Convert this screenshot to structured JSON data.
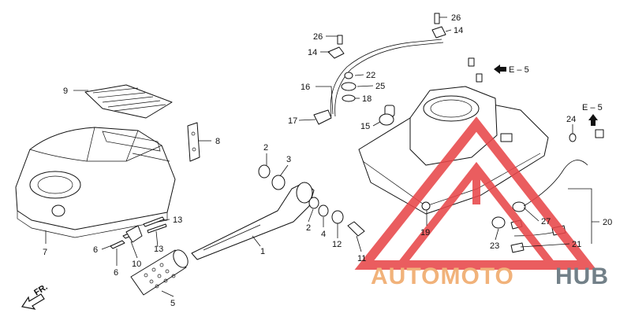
{
  "diagram": {
    "callouts": {
      "c1": "1",
      "c2a": "2",
      "c2b": "2",
      "c3": "3",
      "c4": "4",
      "c5": "5",
      "c6a": "6",
      "c6b": "6",
      "c7": "7",
      "c8": "8",
      "c9": "9",
      "c10": "10",
      "c11": "11",
      "c12": "12",
      "c13a": "13",
      "c13b": "13",
      "c14a": "14",
      "c14b": "14",
      "c15": "15",
      "c16": "16",
      "c17": "17",
      "c18": "18",
      "c19": "19",
      "c20": "20",
      "c21": "21",
      "c22": "22",
      "c23": "23",
      "c24": "24",
      "c25": "25",
      "c26a": "26",
      "c26b": "26",
      "c27": "27"
    },
    "refs": {
      "e5a": "E – 5",
      "e5b": "E – 5"
    },
    "direction_label": "FR."
  },
  "watermark": {
    "text_a": "AUTOMOTO",
    "text_b": "HUB",
    "color_a": "#f0a868",
    "color_b": "#5f6f78",
    "triangle_color": "#e8474a"
  }
}
